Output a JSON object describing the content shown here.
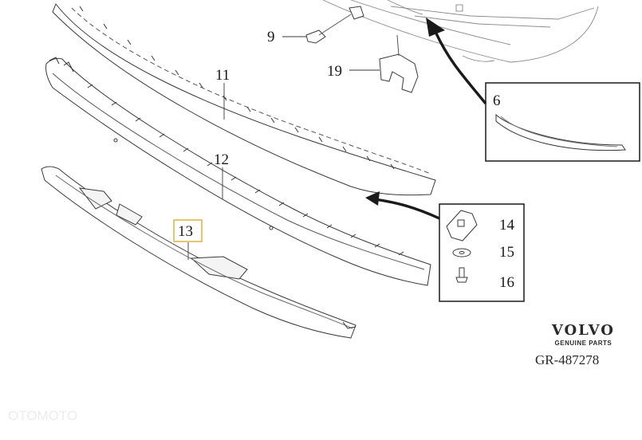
{
  "callouts": {
    "c6": "6",
    "c9": "9",
    "c11": "11",
    "c12": "12",
    "c13": "13",
    "c14": "14",
    "c15": "15",
    "c16": "16",
    "c19": "19"
  },
  "brand": {
    "name": "VOLVO",
    "subtitle": "GENUINE PARTS"
  },
  "reference": "GR-487278",
  "watermark": "OTOMOTO"
}
